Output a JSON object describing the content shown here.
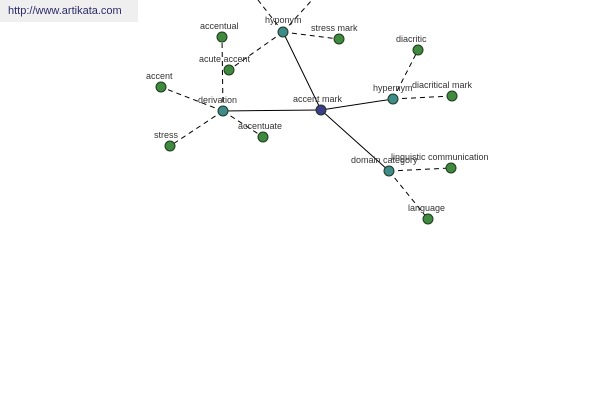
{
  "watermark": "http://www.artikata.com",
  "colors": {
    "center": "#3c3c8c",
    "relation": "#3f8a8a",
    "leaf": "#3f8a3f",
    "edge": "#000000",
    "node_stroke": "#1e3a1e"
  },
  "nodes": [
    {
      "id": "accent-mark",
      "label": "accent mark",
      "kind": "center"
    },
    {
      "id": "hyponym",
      "label": "hyponym",
      "kind": "relation"
    },
    {
      "id": "hypernym",
      "label": "hypernym",
      "kind": "relation"
    },
    {
      "id": "derivation",
      "label": "derivation",
      "kind": "relation"
    },
    {
      "id": "domain-category",
      "label": "domain category",
      "kind": "relation"
    },
    {
      "id": "accentual",
      "label": "accentual",
      "kind": "leaf"
    },
    {
      "id": "stress-mark",
      "label": "stress mark",
      "kind": "leaf"
    },
    {
      "id": "acute-accent",
      "label": "acute accent",
      "kind": "leaf"
    },
    {
      "id": "diacritic",
      "label": "diacritic",
      "kind": "leaf"
    },
    {
      "id": "diacritical-mark",
      "label": "diacritical mark",
      "kind": "leaf"
    },
    {
      "id": "accent",
      "label": "accent",
      "kind": "leaf"
    },
    {
      "id": "accentuate",
      "label": "accentuate",
      "kind": "leaf"
    },
    {
      "id": "stress",
      "label": "stress",
      "kind": "leaf"
    },
    {
      "id": "linguistic-communication",
      "label": "linguistic communication",
      "kind": "leaf"
    },
    {
      "id": "language",
      "label": "language",
      "kind": "leaf"
    }
  ],
  "edges": [
    {
      "from": "accent-mark",
      "to": "hyponym",
      "style": "solid"
    },
    {
      "from": "accent-mark",
      "to": "hypernym",
      "style": "solid"
    },
    {
      "from": "accent-mark",
      "to": "derivation",
      "style": "solid"
    },
    {
      "from": "accent-mark",
      "to": "domain-category",
      "style": "solid"
    },
    {
      "from": "hyponym",
      "to": "stress-mark",
      "style": "dashed"
    },
    {
      "from": "hyponym",
      "to": "acute-accent",
      "style": "dashed"
    },
    {
      "from": "hypernym",
      "to": "diacritic",
      "style": "dashed"
    },
    {
      "from": "hypernym",
      "to": "diacritical-mark",
      "style": "dashed"
    },
    {
      "from": "derivation",
      "to": "accentual",
      "style": "dashed"
    },
    {
      "from": "derivation",
      "to": "accent",
      "style": "dashed"
    },
    {
      "from": "derivation",
      "to": "accentuate",
      "style": "dashed"
    },
    {
      "from": "derivation",
      "to": "stress",
      "style": "dashed"
    },
    {
      "from": "domain-category",
      "to": "linguistic-communication",
      "style": "dashed"
    },
    {
      "from": "domain-category",
      "to": "language",
      "style": "dashed"
    }
  ]
}
